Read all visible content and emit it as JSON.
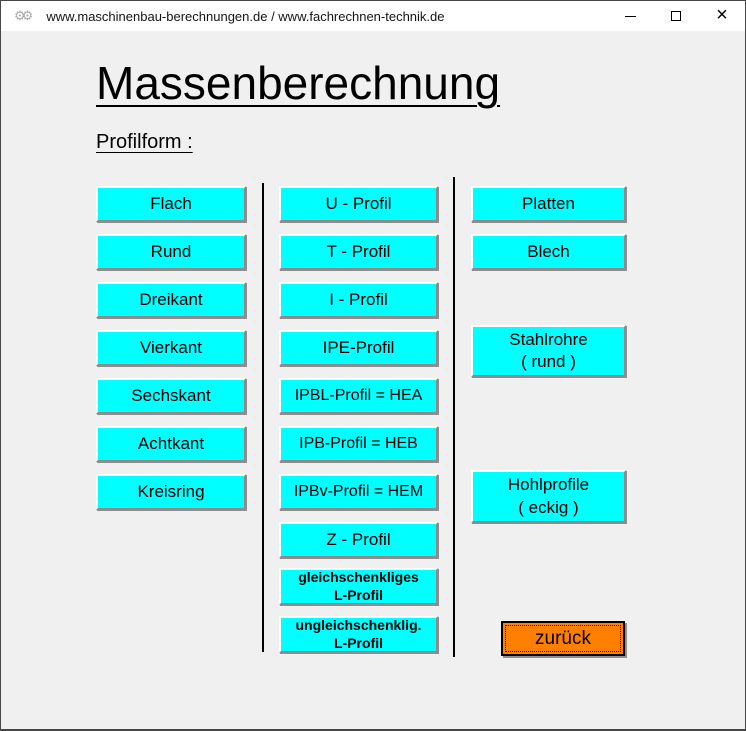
{
  "window": {
    "title": "www.maschinenbau-berechnungen.de / www.fachrechnen-technik.de",
    "icons": {
      "app_glyph": "⚙⚙",
      "close_glyph": "×"
    }
  },
  "page": {
    "heading": "Massenberechnung",
    "subheading": "Profilform :"
  },
  "colors": {
    "button_face": "#00ffff",
    "back_button_face": "#ff8000",
    "window_background": "#f0f0f0",
    "titlebar_background": "#ffffff"
  },
  "buttons": {
    "col1": [
      {
        "label": "Flach"
      },
      {
        "label": "Rund"
      },
      {
        "label": "Dreikant"
      },
      {
        "label": "Vierkant"
      },
      {
        "label": "Sechskant"
      },
      {
        "label": "Achtkant"
      },
      {
        "label": "Kreisring"
      }
    ],
    "col2": [
      {
        "label": "U - Profil"
      },
      {
        "label": "T - Profil"
      },
      {
        "label": "I - Profil"
      },
      {
        "label": "IPE-Profil"
      },
      {
        "label": "IPBL-Profil = HEA"
      },
      {
        "label": "IPB-Profil = HEB"
      },
      {
        "label": "IPBv-Profil = HEM"
      },
      {
        "label": "Z - Profil"
      },
      {
        "label": "gleichschenkliges",
        "label2": "L-Profil"
      },
      {
        "label": "ungleichschenklig.",
        "label2": "L-Profil"
      }
    ],
    "col3": [
      {
        "label": "Platten"
      },
      {
        "label": "Blech"
      },
      {
        "label": "Stahlrohre",
        "label2": "( rund )"
      },
      {
        "label": "Hohlprofile",
        "label2": "( eckig )"
      }
    ],
    "back": {
      "label": "zurück"
    }
  }
}
